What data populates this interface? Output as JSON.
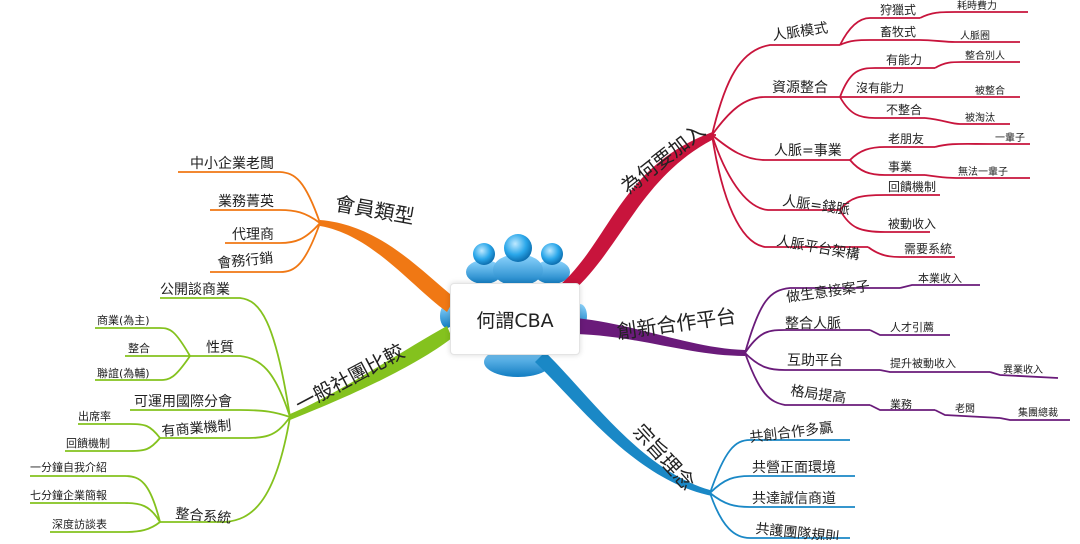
{
  "center": {
    "label": "何謂CBA"
  },
  "colors": {
    "red": "#c8143c",
    "purple": "#6a1b7a",
    "blue": "#1a88c6",
    "orange": "#f07814",
    "green": "#84c21e",
    "icon_blue": "#1f9de0"
  },
  "branches": {
    "why_join": {
      "label": "為何要加入",
      "children": [
        {
          "label": "人脈模式",
          "children": [
            {
              "label": "狩獵式",
              "children": [
                {
                  "label": "耗時費力"
                }
              ]
            },
            {
              "label": "畜牧式",
              "children": [
                {
                  "label": "人脈圈"
                }
              ]
            }
          ]
        },
        {
          "label": "資源整合",
          "children": [
            {
              "label": "有能力",
              "children": [
                {
                  "label": "整合別人"
                }
              ]
            },
            {
              "label": "沒有能力",
              "children": [
                {
                  "label": "被整合"
                }
              ]
            },
            {
              "label": "不整合",
              "children": [
                {
                  "label": "被淘汰"
                }
              ]
            }
          ]
        },
        {
          "label": "人脈=事業",
          "children": [
            {
              "label": "老朋友",
              "children": [
                {
                  "label": "一輩子"
                }
              ]
            },
            {
              "label": "事業",
              "children": [
                {
                  "label": "無法一輩子"
                }
              ]
            }
          ]
        },
        {
          "label": "人脈=錢脈",
          "children": [
            {
              "label": "回饋機制"
            },
            {
              "label": "被動收入"
            }
          ]
        },
        {
          "label": "人脈平台架構",
          "children": [
            {
              "label": "需要系統"
            }
          ]
        }
      ]
    },
    "innovation": {
      "label": "創新合作平台",
      "children": [
        {
          "label": "做生意接案子",
          "children": [
            {
              "label": "本業收入"
            }
          ]
        },
        {
          "label": "整合人脈",
          "children": [
            {
              "label": "人才引薦"
            }
          ]
        },
        {
          "label": "互助平台",
          "children": [
            {
              "label": "提升被動收入",
              "children": [
                {
                  "label": "異業收入"
                }
              ]
            }
          ]
        },
        {
          "label": "格局提高",
          "children": [
            {
              "label": "業務",
              "children": [
                {
                  "label": "老闆",
                  "children": [
                    {
                      "label": "集團總裁"
                    }
                  ]
                }
              ]
            }
          ]
        }
      ]
    },
    "principles": {
      "label": "宗旨理念",
      "children": [
        {
          "label": "共創合作多贏"
        },
        {
          "label": "共營正面環境"
        },
        {
          "label": "共達誠信商道"
        },
        {
          "label": "共護團隊規則"
        }
      ]
    },
    "member_types": {
      "label": "會員類型",
      "children": [
        {
          "label": "中小企業老闆"
        },
        {
          "label": "業務菁英"
        },
        {
          "label": "代理商"
        },
        {
          "label": "會務行銷"
        }
      ]
    },
    "compare": {
      "label": "一般社團比較",
      "children": [
        {
          "label": "公開談商業"
        },
        {
          "label": "性質",
          "children": [
            {
              "label": "商業(為主)"
            },
            {
              "label": "整合"
            },
            {
              "label": "聯誼(為輔)"
            }
          ]
        },
        {
          "label": "可運用國際分會"
        },
        {
          "label": "有商業機制",
          "children": [
            {
              "label": "出席率"
            },
            {
              "label": "回饋機制"
            }
          ]
        },
        {
          "label": "整合系統",
          "children": [
            {
              "label": "一分鐘自我介紹"
            },
            {
              "label": "七分鐘企業簡報"
            },
            {
              "label": "深度訪談表"
            }
          ]
        }
      ]
    }
  }
}
